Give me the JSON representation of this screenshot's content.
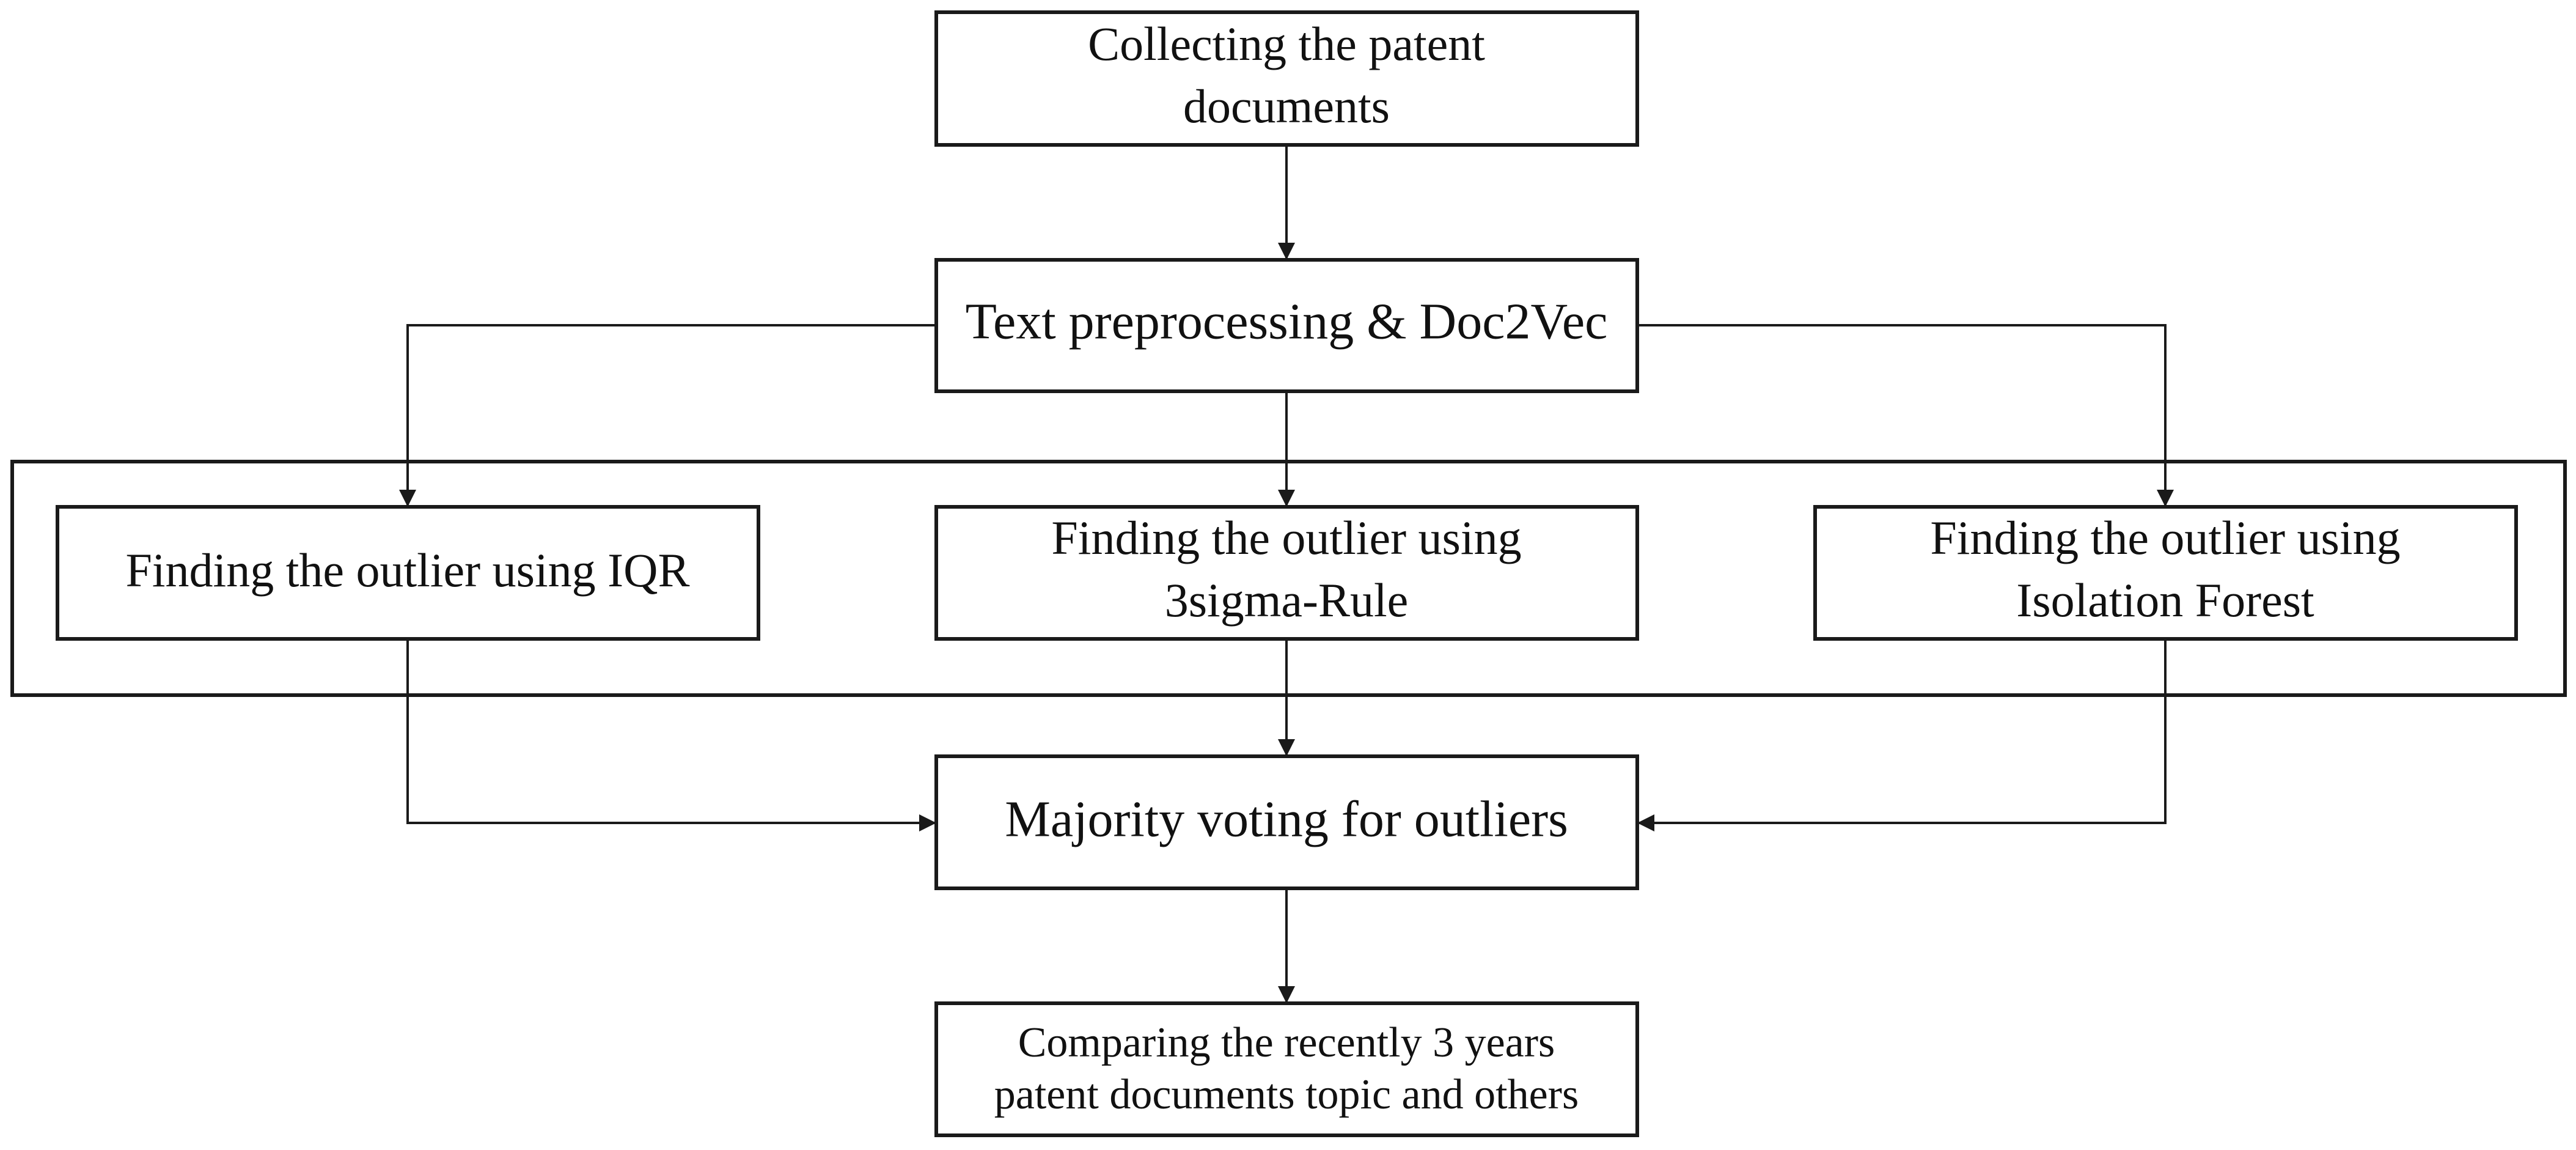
{
  "nodes": {
    "collect": {
      "lines": [
        "Collecting the patent",
        "documents"
      ]
    },
    "preprocess": {
      "lines": [
        "Text preprocessing & Doc2Vec"
      ]
    },
    "iqr": {
      "lines": [
        "Finding the outlier using IQR"
      ]
    },
    "sigma": {
      "lines": [
        "Finding the outlier using",
        "3sigma-Rule"
      ]
    },
    "iforest": {
      "lines": [
        "Finding the outlier using",
        "Isolation Forest"
      ]
    },
    "voting": {
      "lines": [
        "Majority voting for outliers"
      ]
    },
    "compare": {
      "lines": [
        "Comparing the recently 3 years",
        "patent documents topic and others"
      ]
    }
  },
  "edges": [
    {
      "from": "collect",
      "to": "preprocess"
    },
    {
      "from": "preprocess",
      "to": "iqr"
    },
    {
      "from": "preprocess",
      "to": "sigma"
    },
    {
      "from": "preprocess",
      "to": "iforest"
    },
    {
      "from": "iqr",
      "to": "voting"
    },
    {
      "from": "sigma",
      "to": "voting"
    },
    {
      "from": "iforest",
      "to": "voting"
    },
    {
      "from": "voting",
      "to": "compare"
    }
  ],
  "groups": [
    {
      "members": [
        "iqr",
        "sigma",
        "iforest"
      ]
    }
  ]
}
